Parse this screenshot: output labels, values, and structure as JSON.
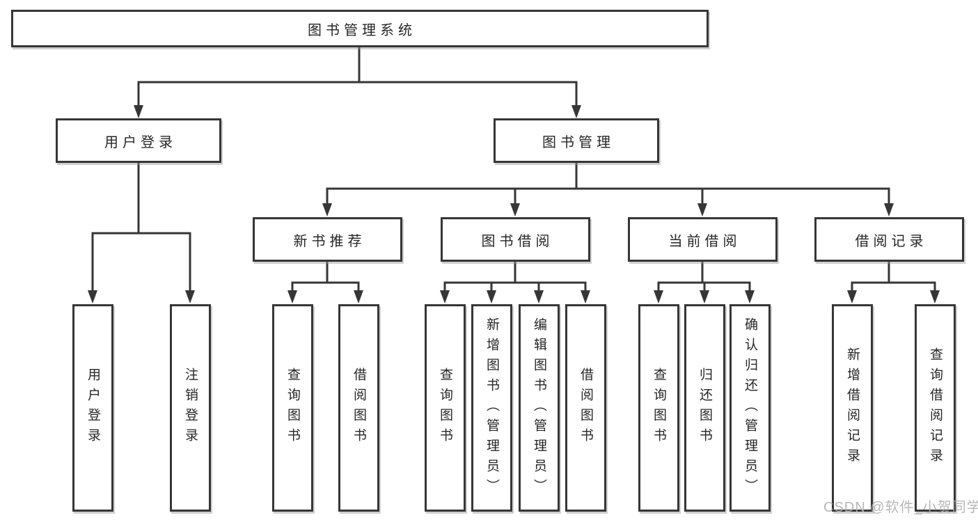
{
  "tree": {
    "root_label": "图书管理系统",
    "user_login": {
      "label": "用户登录",
      "leaves": [
        "用户登录",
        "注销登录"
      ]
    },
    "book_mgmt": {
      "label": "图书管理",
      "groups": [
        {
          "label": "新书推荐",
          "leaves": [
            "查询图书",
            "借阅图书"
          ]
        },
        {
          "label": "图书借阅",
          "leaves": [
            "查询图书",
            "新增图书（管理员）",
            "编辑图书（管理员）",
            "借阅图书"
          ]
        },
        {
          "label": "当前借阅",
          "leaves": [
            "查询图书",
            "归还图书",
            "确认归还（管理员）"
          ]
        },
        {
          "label": "借阅记录",
          "leaves": [
            "新增借阅记录",
            "查询借阅记录"
          ]
        }
      ]
    }
  },
  "watermark": "CSDN @软件_小贺同学",
  "colors": {
    "line": "#363636",
    "box_border": "#363636",
    "text": "#262626",
    "watermark": "#afafaf",
    "background": "#ffffff"
  }
}
